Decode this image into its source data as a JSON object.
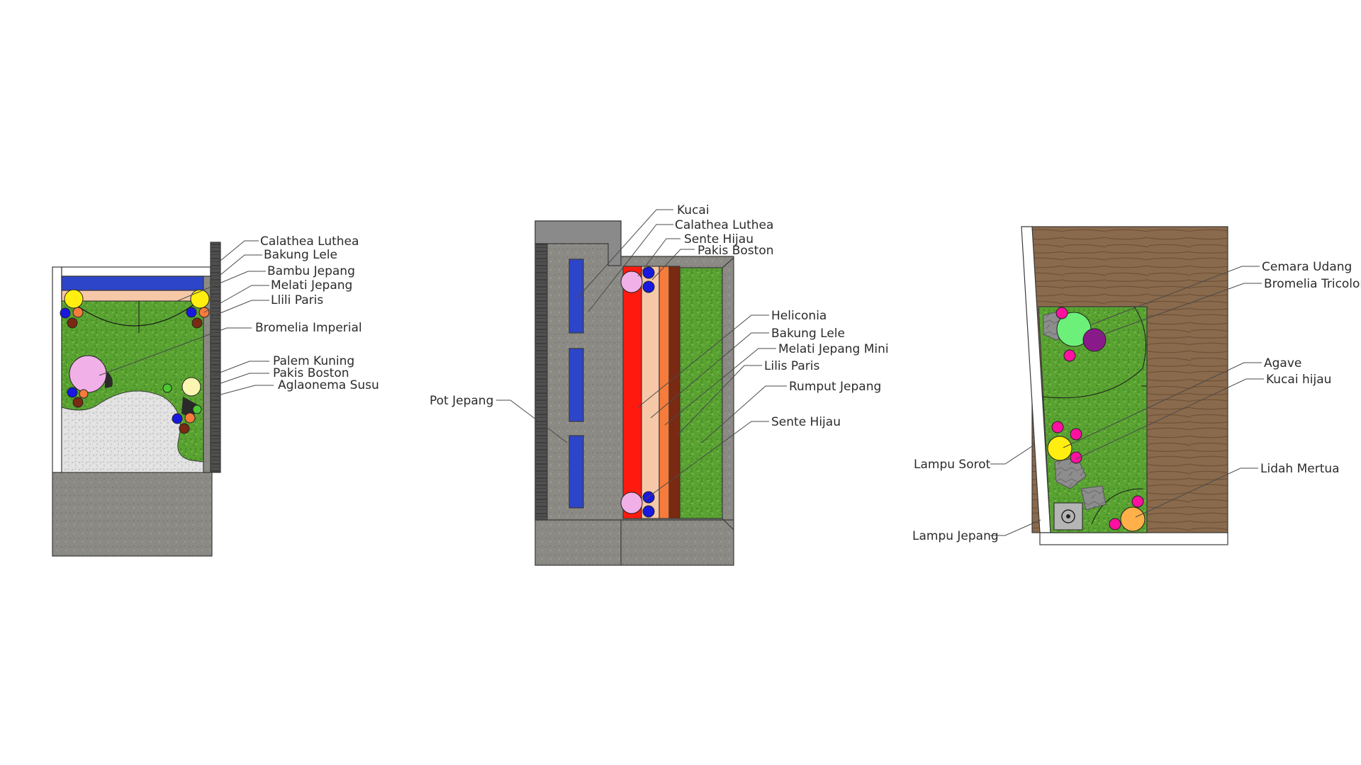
{
  "colors": {
    "grass": "#5aa332",
    "gravel": "#e2e2e2",
    "concrete": "#8c8a84",
    "wood": "#8a6a4c",
    "brick": "#4f4f4f",
    "water": "#2d45c8",
    "peach": "#f7c8a8",
    "red": "#ff1a10",
    "orange": "#f77b3a",
    "brown": "#7a2a12",
    "yellow": "#ffee10",
    "pink": "#f2b0e8",
    "blue": "#1818e0",
    "magenta": "#ff10a0",
    "lightgreen": "#6cf07a",
    "purple": "#8a1a8a",
    "lightorange": "#ffb048"
  },
  "plan1": {
    "labels": [
      "Calathea Luthea",
      "Bakung Lele",
      "Bambu Jepang",
      "Melati Jepang",
      "Llili Paris",
      "Bromelia Imperial",
      "Palem Kuning",
      "Pakis Boston",
      "Aglaonema Susu"
    ]
  },
  "plan2": {
    "labels_top": [
      "Kucai",
      "Calathea Luthea",
      "Sente Hijau",
      "Pakis Boston"
    ],
    "labels_right": [
      "Heliconia",
      "Bakung Lele",
      "Melati Jepang Mini",
      "Lilis Paris",
      "Rumput Jepang",
      "Sente Hijau"
    ],
    "label_left": "Pot Jepang"
  },
  "plan3": {
    "labels_right": [
      "Cemara Udang",
      "Bromelia Tricolor",
      "Agave",
      "Kucai hijau",
      "Lidah Mertua"
    ],
    "labels_left": [
      "Lampu Sorot",
      "Lampu Jepang"
    ]
  }
}
